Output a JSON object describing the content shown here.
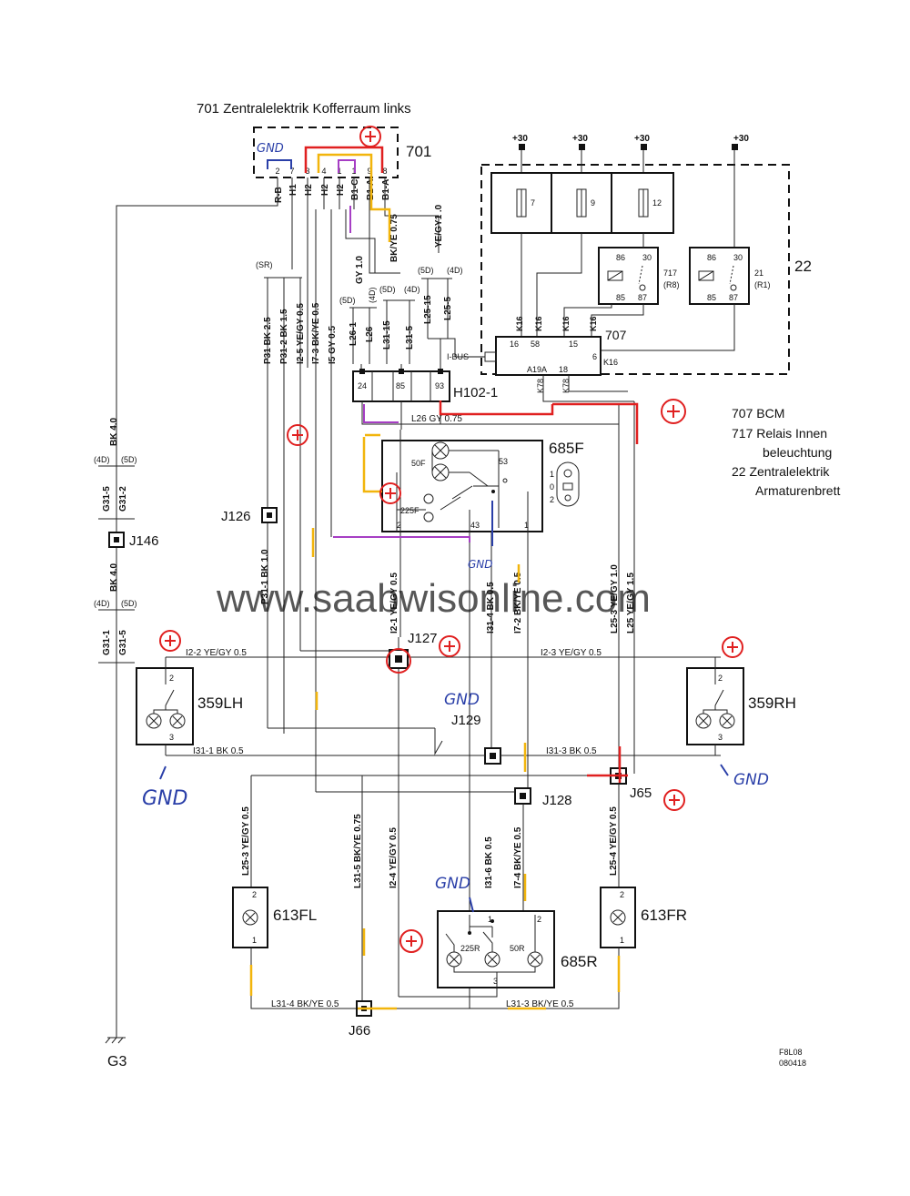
{
  "header": {
    "title": "701 Zentralelektrik Kofferraum links"
  },
  "components": {
    "c701": "701",
    "c22": "22",
    "c707": "707",
    "c717": "717",
    "c717_sub": "(R8)",
    "c21": "21",
    "c21_sub": "(R1)",
    "c685F": "685F",
    "c685R": "685R",
    "c359LH": "359LH",
    "c359RH": "359RH",
    "c613FL": "613FL",
    "c613FR": "613FR",
    "J126": "J126",
    "J127": "J127",
    "J128": "J128",
    "J129": "J129",
    "J146": "J146",
    "J65": "J65",
    "J66": "J66",
    "G3": "G3",
    "H102": "H102-1",
    "ibus": "I-BUS"
  },
  "fuses": [
    "7",
    "9",
    "12"
  ],
  "plus30": "+30",
  "connector701": {
    "pins": [
      "2",
      "7",
      "3",
      "4",
      "1",
      "1",
      "9",
      "8"
    ],
    "wires": [
      "R-B",
      "H1",
      "H2",
      "H2",
      "H2",
      "B1-C",
      "B1-A",
      "B1-A"
    ]
  },
  "relay_pins": {
    "p86": "86",
    "p30": "30",
    "p85": "85",
    "p87": "87"
  },
  "bcm_pins": {
    "k16": "K16",
    "p16": "16",
    "p58": "58",
    "p15": "15",
    "p6": "6",
    "p18": "18",
    "a19a": "A19A",
    "k78": "K78"
  },
  "h102_pins": [
    "24",
    "85",
    "93"
  ],
  "lamp_labels": {
    "f50": "50F",
    "f225": "225F",
    "r225": "225R",
    "r50": "50R",
    "p53": "53",
    "p43": "43",
    "p1": "1",
    "p2": "2",
    "p3": "3"
  },
  "switch_positions": [
    "1",
    "0",
    "2"
  ],
  "wire_labels": {
    "sr": "(SR)",
    "p31bk25": "P31 BK 2.5",
    "p312bk15": "P31-2 BK 1.5",
    "i25": "I2-5 YE/GY 0.5",
    "i73": "I7-3 BK/YE 0.5",
    "i5": "I5 GY 0.5",
    "gy10": "GY 1.0",
    "d5a": "(5D)",
    "d4a": "(4D)",
    "l261": "L26-1",
    "l26": "L26",
    "bkye075": "BK/YE 0.75",
    "d5b": "(5D)",
    "d4b": "(4D)",
    "l3115": "L31-15",
    "l315": "L31-5",
    "yegy10": "YE/GY1 .0",
    "d5c": "(5D)",
    "d4c": "(4D)",
    "l2515": "L25-15",
    "l255": "L25-5",
    "l26gy": "L26   GY  0.75",
    "bk40": "BK 4.0",
    "d4d": "(4D)",
    "d5d": "(5D)",
    "g315": "G31-5",
    "g312": "G31-2",
    "bk40b": "BK 4.0",
    "d4e": "(4D)",
    "d5e": "(5D)",
    "g311": "G31-1",
    "g315b": "G31-5",
    "p311": "P31-1 BK  1.0",
    "i21": "I2-1 YE/GY  0.5",
    "i314": "I31-4  BK  0.5",
    "i72": "I7-2 BK/YE  0.5",
    "l253": "L25-3 YE/GY 1.0",
    "l25": "L25 YE/GY 1.5",
    "i22": "I2-2  YE/GY  0.5",
    "i23": "I2-3  YE/GY  0.5",
    "i311": "I31-1   BK    0.5",
    "i313": "I31-3   BK    0.5",
    "l253b": "L25-3 YE/GY 0.5",
    "l315b": "L31-5 BK/YE 0.75",
    "i24": "I2-4  YE/GY  0.5",
    "i316": "I31-6  BK  0.5",
    "i74": "I7-4  BK/YE 0.5",
    "l254": "L25-4 YE/GY 0.5",
    "l314": "L31-4  BK/YE  0.5",
    "l313": "L31-3   BK/YE  0.5"
  },
  "legend": {
    "l1": "707 BCM",
    "l2": "717 Relais Innen",
    "l3": "beleuchtung",
    "l4": "22  Zentralelektrik",
    "l5": "Armaturenbrett"
  },
  "annotations": {
    "gnd": "GND",
    "plus": "+"
  },
  "watermark": "www.saabwisonline.com",
  "footer": {
    "code1": "F8L08",
    "code2": "080418"
  }
}
